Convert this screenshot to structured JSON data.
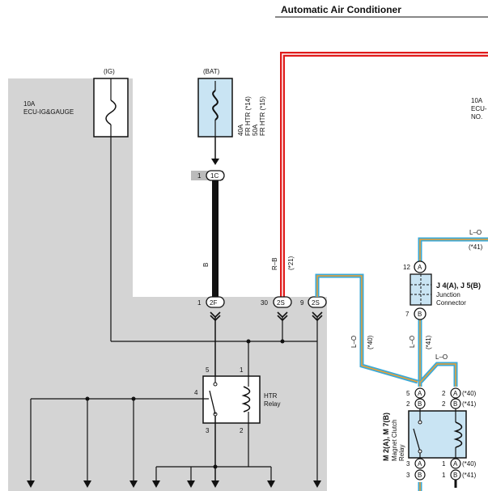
{
  "title": "Automatic Air Conditioner",
  "fuse_ig": {
    "source": "(IG)",
    "rating": "10A",
    "name": "ECU-IG&GAUGE"
  },
  "fuse_bat": {
    "source": "(BAT)",
    "l1": "40A",
    "l2": "FR HTR (*14)",
    "l3": "50A",
    "l4": "FR HTR (*15)"
  },
  "fuse_right": {
    "l1": "10A",
    "l2": "ECU-",
    "l3": "NO."
  },
  "connectors": {
    "c1c": {
      "pin": "1",
      "code": "1C"
    },
    "c2f": {
      "pin": "1",
      "code": "2F"
    },
    "c2s_a": {
      "pin": "30",
      "code": "2S"
    },
    "c2s_b": {
      "pin": "9",
      "code": "2S"
    }
  },
  "wires": {
    "b": "B",
    "rb": "R–B",
    "rb_note": "(*21)",
    "lo_1": "L–O",
    "lo_1_note": "(*40)",
    "lo_2": "L–O",
    "lo_2_note": "(*41)",
    "lo_3": "L–O",
    "lo_top": "L–O",
    "lo_top_note": "(*41)"
  },
  "junction": {
    "name": "J 4(A), J 5(B)",
    "sub1": "Junction",
    "sub2": "Connector",
    "pin_top": "12",
    "code_top": "A",
    "pin_bot": "7",
    "code_bot": "B"
  },
  "htr_relay": {
    "name1": "HTR",
    "name2": "Relay",
    "p5": "5",
    "p1": "1",
    "p4": "4",
    "p3": "3",
    "p2": "2"
  },
  "magnet_relay": {
    "name1": "M 2(A), M 7(B)",
    "name2": "Magnet Clutch",
    "name3": "Relay",
    "tl1_pin": "5",
    "tl1_code": "A",
    "tl2_pin": "2",
    "tl2_code": "B",
    "tr1_pin": "2",
    "tr1_code": "A",
    "tr1_note": "(*40)",
    "tr2_pin": "2",
    "tr2_code": "B",
    "tr2_note": "(*41)",
    "bl1_pin": "3",
    "bl1_code": "A",
    "bl2_pin": "3",
    "bl2_code": "B",
    "br1_pin": "1",
    "br1_code": "A",
    "br1_note": "(*40)",
    "br2_pin": "1",
    "br2_code": "B",
    "br2_note": "(*41)"
  },
  "colors": {
    "shade": "#d4d4d4",
    "wire_red": "#e01b1b",
    "wire_blue": "#3aa9d8",
    "wire_orange": "#f0a030",
    "box_fill": "#c9e4f3"
  }
}
